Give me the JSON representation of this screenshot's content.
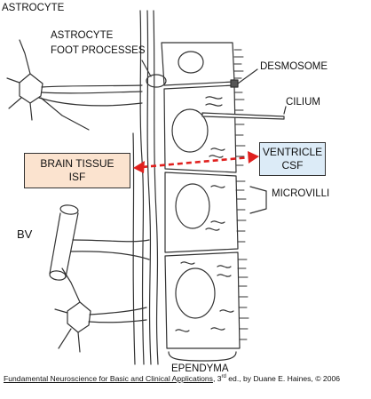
{
  "labels": {
    "astrocyte": "ASTROCYTE",
    "foot_processes_1": "ASTROCYTE",
    "foot_processes_2": "FOOT PROCESSES",
    "desmosome": "DESMOSOME",
    "cilium": "CILIUM",
    "microvilli": "MICROVILLI",
    "bv": "BV",
    "ependyma": "EPENDYMA"
  },
  "boxes": {
    "brain_tissue": {
      "line1": "BRAIN TISSUE",
      "line2": "ISF"
    },
    "ventricle": {
      "line1": "VENTRICLE",
      "line2": "CSF"
    }
  },
  "caption": {
    "book": "Fundamental Neuroscience for Basic and Clinical Applications",
    "edition_num": ", 3",
    "edition_sup": "rd",
    "rest": " ed., by Duane E. Haines, © 2006"
  },
  "colors": {
    "brain_tissue_fill": "#fbe3cf",
    "ventricle_fill": "#dcebf7",
    "arrow": "#e0201e",
    "line": "#333333"
  }
}
